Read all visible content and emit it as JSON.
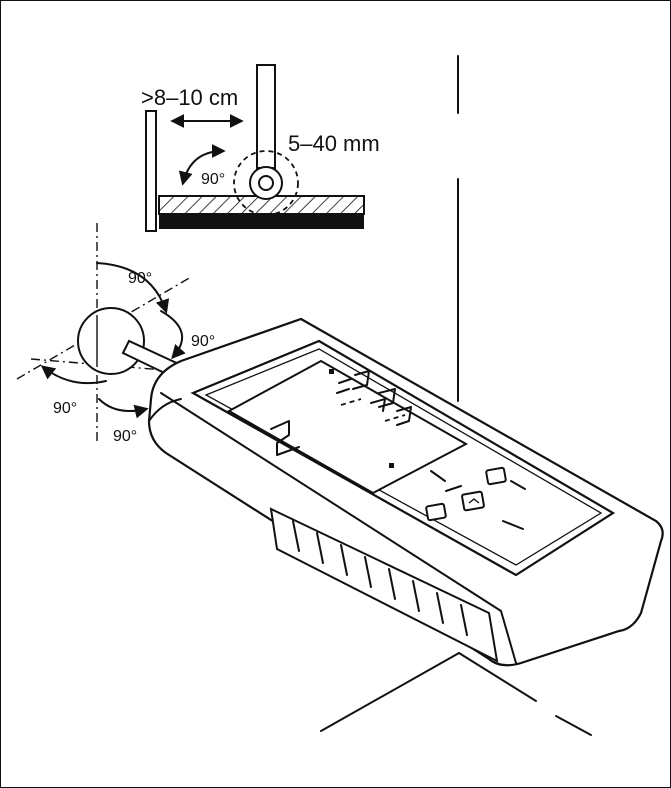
{
  "labels": {
    "distance_from_wall": ">8–10 cm",
    "probe_gap": "5–40 mm",
    "angle_top": "90°",
    "angle_sphere_top": "90°",
    "angle_sphere_right": "90°",
    "angle_sphere_left": "90°",
    "angle_sphere_bottom": "90°"
  },
  "device": {
    "display_icon": "lcd-segment-display",
    "button_icons": [
      "hold-button-icon",
      "menu-button-icon",
      "light-button-icon"
    ]
  },
  "colors": {
    "ink": "#111111",
    "paper": "#ffffff"
  }
}
